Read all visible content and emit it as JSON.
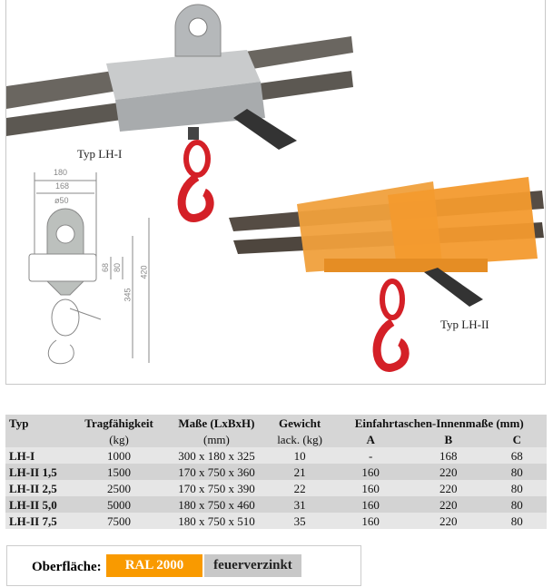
{
  "photo": {
    "caption_1": "Typ LH-I",
    "caption_2": "Typ LH-II",
    "drawing": {
      "dim_180": "180",
      "dim_168": "168",
      "dim_d50": "ø50",
      "dim_68": "68",
      "dim_80": "80",
      "dim_345": "345",
      "dim_420": "420"
    }
  },
  "table": {
    "headers": [
      {
        "l1": "Typ",
        "l2": ""
      },
      {
        "l1": "Tragfähigkeit",
        "l2": "(kg)"
      },
      {
        "l1": "Maße (LxBxH)",
        "l2": "(mm)"
      },
      {
        "l1": "Gewicht",
        "l2": "lack. (kg)"
      }
    ],
    "group_header": "Einfahrtaschen-Innenmaße (mm)",
    "sub": [
      "A",
      "B",
      "C"
    ],
    "rows": [
      [
        "LH-I",
        "1000",
        "300 x 180 x 325",
        "10",
        "-",
        "168",
        "68"
      ],
      [
        "LH-II 1,5",
        "1500",
        "170 x 750 x 360",
        "21",
        "160",
        "220",
        "80"
      ],
      [
        "LH-II 2,5",
        "2500",
        "170 x 750 x 390",
        "22",
        "160",
        "220",
        "80"
      ],
      [
        "LH-II 5,0",
        "5000",
        "180 x 750 x 460",
        "31",
        "160",
        "220",
        "80"
      ],
      [
        "LH-II 7,5",
        "7500",
        "180 x 750 x 510",
        "35",
        "160",
        "220",
        "80"
      ]
    ]
  },
  "surface": {
    "label": "Oberfläche:",
    "option_1": "RAL 2000",
    "option_2": "feuerverzinkt",
    "colors": {
      "orange": "#f99a00",
      "grey": "#c8c8c8"
    }
  }
}
